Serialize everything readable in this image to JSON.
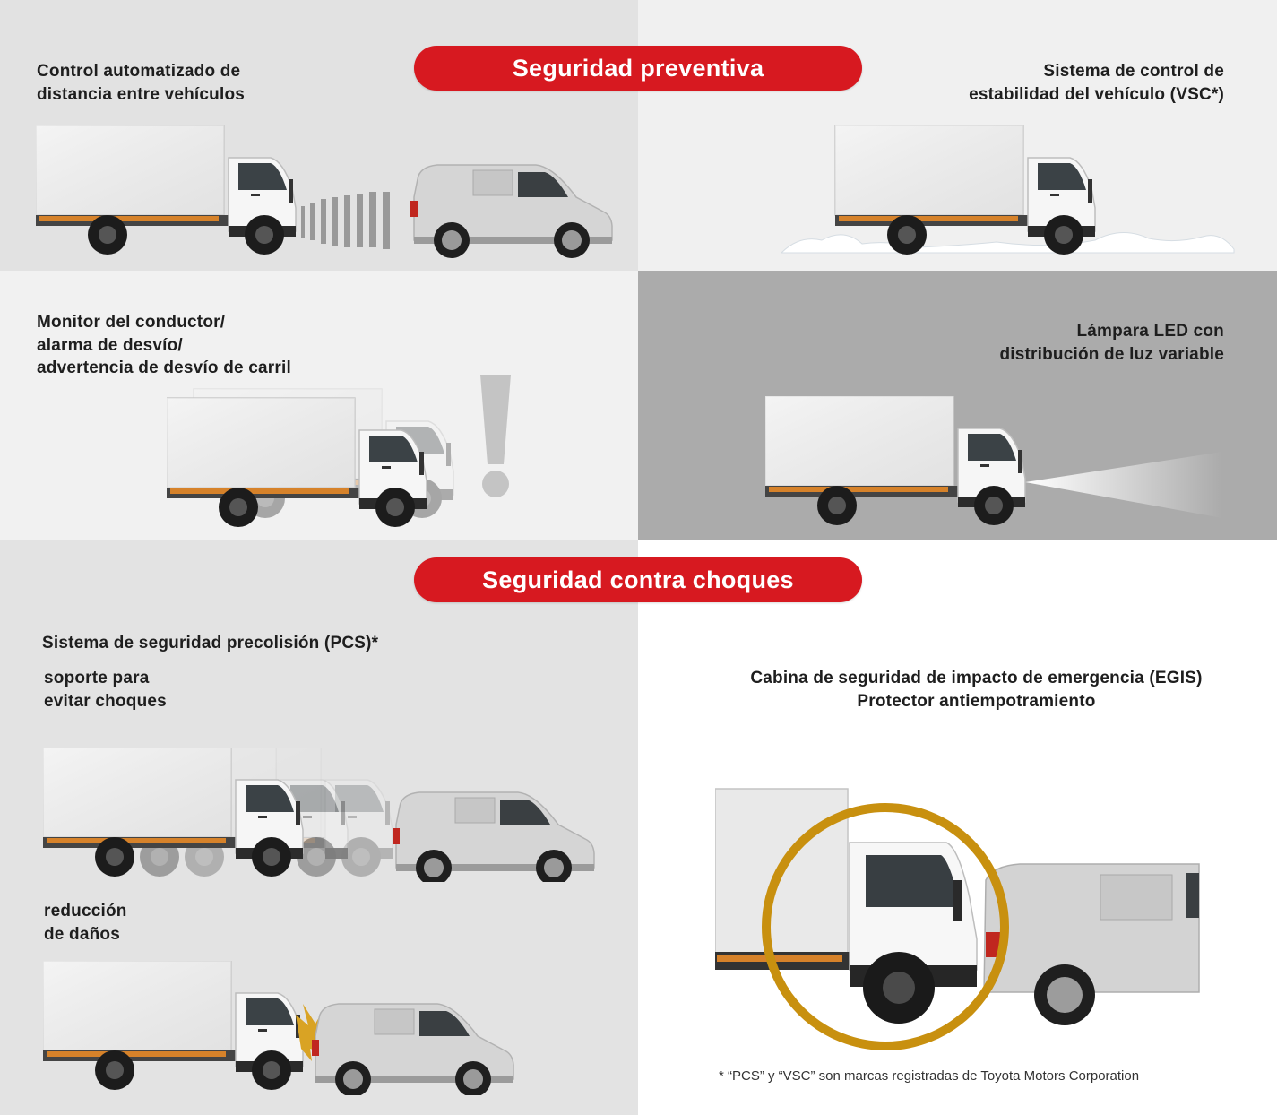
{
  "headers": {
    "preventive": "Seguridad preventiva",
    "collision": "Seguridad contra choques"
  },
  "features": {
    "acc": [
      "Control automatizado de",
      "distancia entre vehículos"
    ],
    "vsc": [
      "Sistema de control de",
      "estabilidad del vehículo (VSC*)"
    ],
    "driver_monitor": [
      "Monitor del conductor/",
      "alarma de desvío/",
      "advertencia de desvío de carril"
    ],
    "led": [
      "Lámpara LED con",
      "distribución de luz variable"
    ],
    "pcs_title": "Sistema de seguridad precolisión (PCS)*",
    "pcs_avoid": [
      "soporte para",
      "evitar choques"
    ],
    "pcs_damage": [
      "reducción",
      "de daños"
    ],
    "egis": [
      "Cabina de seguridad de impacto de emergencia (EGIS)",
      "Protector antiempotramiento"
    ]
  },
  "footnote": "* “PCS” y “VSC” son marcas registradas de Toyota Motors Corporation",
  "colors": {
    "accent_red": "#d71920",
    "highlight_ring": "#c8900f",
    "alert_exclamation": "#c4c4c4"
  }
}
